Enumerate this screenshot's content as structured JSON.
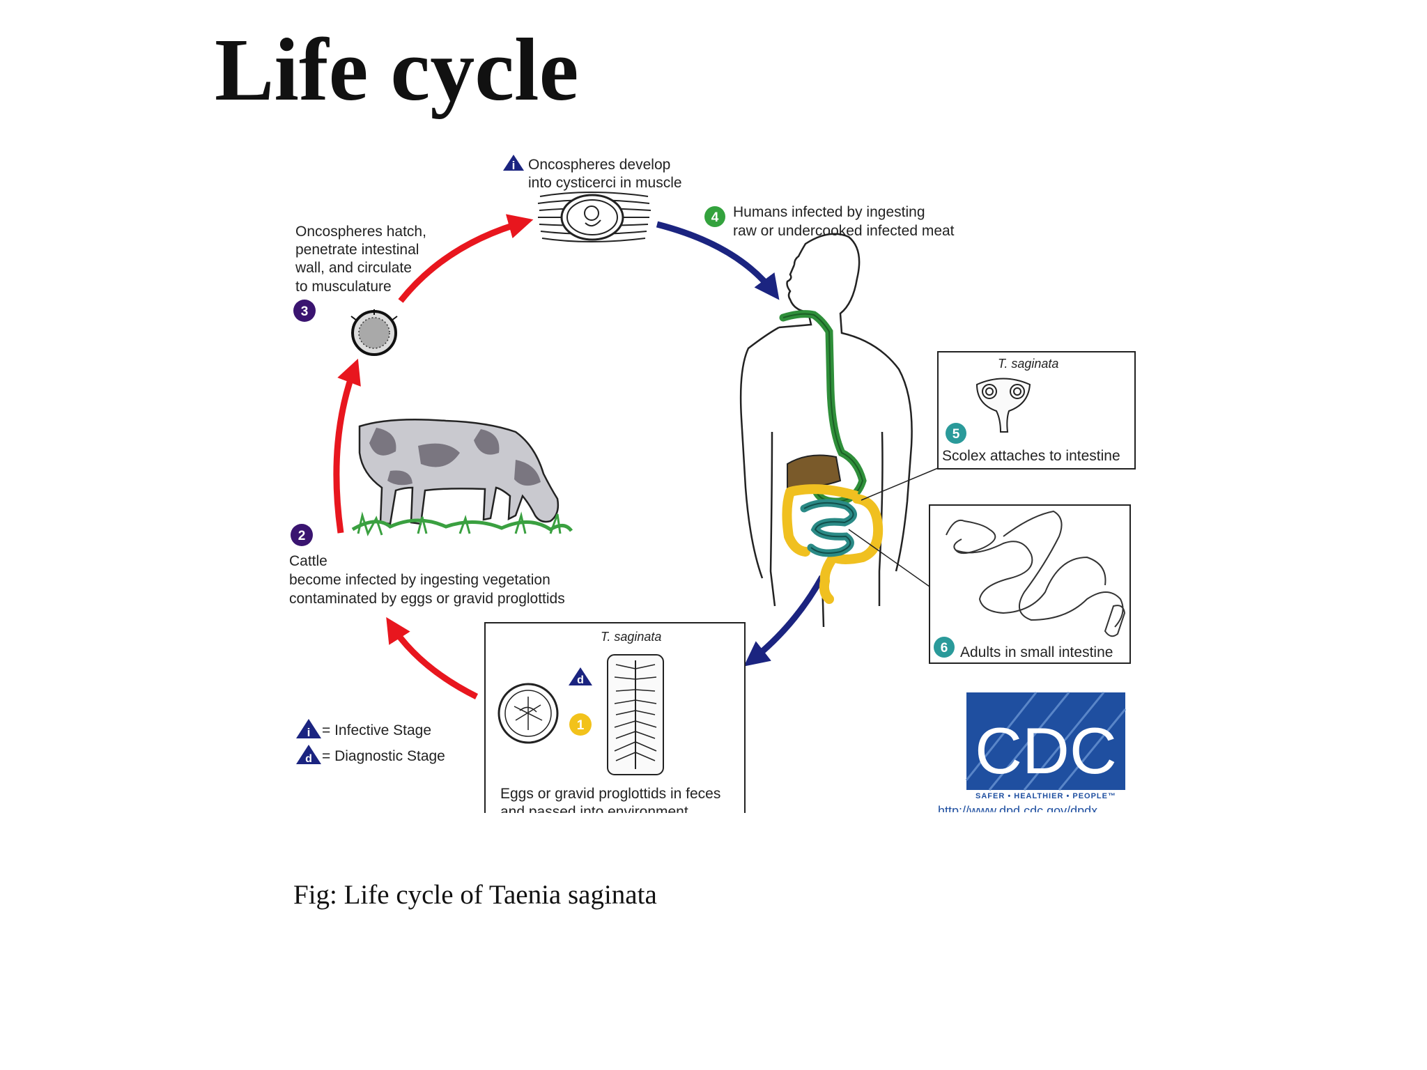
{
  "slide": {
    "title": "Life cycle",
    "caption": "Fig: Life cycle of Taenia saginata"
  },
  "diagram": {
    "colors": {
      "red_arrow": "#e8161e",
      "blue_arrow": "#1b2480",
      "step_purple": "#3a1470",
      "step_green": "#33a23d",
      "step_teal": "#2a9a9a",
      "step_yellow": "#f2c21b",
      "gut_green": "#2f8f3a",
      "gut_yellow": "#f0c020",
      "gut_teal": "#2a8a86",
      "liver_brown": "#7a5a2a",
      "cdc_blue": "#1f4fa0"
    },
    "steps": {
      "s1": {
        "number": "1",
        "text": [
          "Eggs or gravid proglottids in feces",
          "and passed into environment"
        ],
        "box_title": "T. saginata"
      },
      "s2": {
        "number": "2",
        "text": [
          "Cattle",
          "become infected by ingesting vegetation",
          "contaminated by eggs or gravid proglottids"
        ]
      },
      "s3": {
        "number": "3",
        "text": [
          "Oncospheres hatch,",
          "penetrate intestinal",
          "wall, and circulate",
          "to musculature"
        ]
      },
      "s_infective": {
        "marker": "i",
        "text": [
          "Oncospheres develop",
          "into cysticerci in muscle"
        ]
      },
      "s4": {
        "number": "4",
        "text": [
          "Humans infected by ingesting",
          "raw or undercooked infected meat"
        ]
      },
      "s5": {
        "number": "5",
        "text": "Scolex attaches to intestine",
        "box_title": "T. saginata"
      },
      "s6": {
        "number": "6",
        "text": "Adults in small intestine"
      }
    },
    "legend": {
      "infective_marker": "i",
      "infective_text": "= Infective Stage",
      "diagnostic_marker": "d",
      "diagnostic_text": "= Diagnostic Stage"
    },
    "cdc": {
      "logo_text": "CDC",
      "tagline": "SAFER • HEALTHIER • PEOPLE™",
      "url": "http://www.dpd.cdc.gov/dpdx"
    }
  }
}
